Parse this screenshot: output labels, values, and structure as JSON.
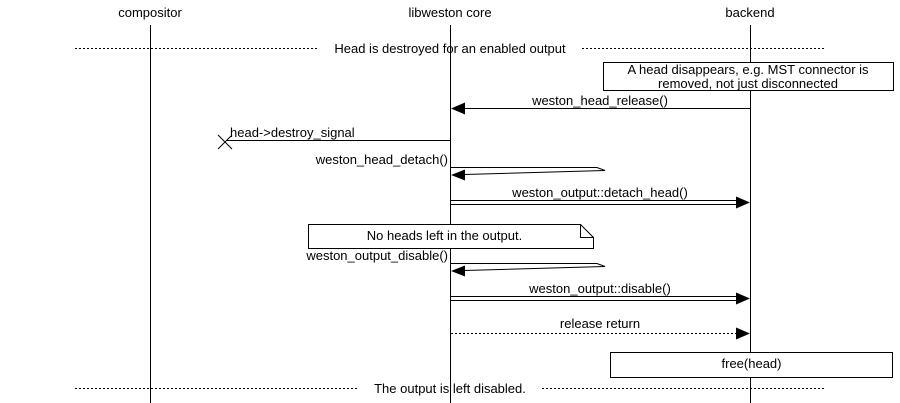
{
  "diagram_type": "uml-sequence-diagram",
  "colors": {
    "background": "#ffffff",
    "stroke": "#000000",
    "text": "#000000"
  },
  "actors": [
    {
      "id": "compositor",
      "label": "compositor"
    },
    {
      "id": "libweston-core",
      "label": "libweston core"
    },
    {
      "id": "backend",
      "label": "backend"
    }
  ],
  "dividers": [
    {
      "label": "Head is destroyed for an enabled output"
    },
    {
      "label": "The output is left disabled."
    }
  ],
  "notes": [
    {
      "lines": [
        "A head disappears, e.g. MST connector is",
        "removed, not just disconnected"
      ],
      "over": "backend"
    },
    {
      "lines": [
        "No heads left in the output."
      ],
      "over": "libweston core"
    },
    {
      "lines": [
        "free(head)"
      ],
      "over": "backend"
    }
  ],
  "messages": [
    {
      "label": "weston_head_release()",
      "from": "backend",
      "to": "libweston core",
      "kind": "call-solid-filled-arrow"
    },
    {
      "label": "head->destroy_signal",
      "from": "libweston core",
      "to": "lost-x",
      "kind": "lost-signal"
    },
    {
      "label": "weston_head_detach()",
      "from": "libweston core",
      "to": "libweston core",
      "kind": "self-call"
    },
    {
      "label": "weston_output::detach_head()",
      "from": "libweston core",
      "to": "backend",
      "kind": "emphasized-double-line-call"
    },
    {
      "label": "weston_output_disable()",
      "from": "libweston core",
      "to": "libweston core",
      "kind": "self-call"
    },
    {
      "label": "weston_output::disable()",
      "from": "libweston core",
      "to": "backend",
      "kind": "emphasized-double-line-call"
    },
    {
      "label": "release return",
      "from": "libweston core",
      "to": "backend",
      "kind": "dotted-return"
    }
  ]
}
